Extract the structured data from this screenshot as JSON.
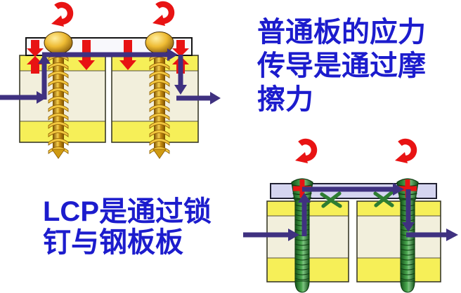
{
  "slide": {
    "captions": {
      "top_right": "普通板的应力传导是通过摩擦力",
      "bottom_left_latin": "LCP",
      "bottom_left_rest": "是通过锁钉与钢板板"
    },
    "colors": {
      "caption_blue": "#1c1ccd",
      "force_arrow_indigo": "#3f3180",
      "rotation_red": "#e81313",
      "bone_yellow": "#f6ef58",
      "bone_cream": "#f2efdc",
      "plate_white": "#f8f8fc",
      "plate_lavender": "#d5d5f0",
      "screw_gold": "#e0a32e",
      "screw_green": "#2e7d32"
    },
    "icons": {
      "rotation_arrow": "red curved torque arrow",
      "force_path_arrow": "dark indigo load-path arrow",
      "compression_arrow": "red compression arrow",
      "locked_plus_mark": "red plus at locking screw head",
      "no_contact_x_mark": "green X over plate-bone gap"
    }
  }
}
